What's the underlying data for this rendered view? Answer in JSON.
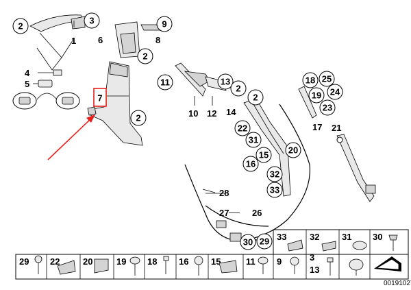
{
  "diagram": {
    "figure_number": "00191027",
    "highlighted_callout": "7",
    "highlight_color": "#e8201a",
    "callouts": {
      "c2a": "2",
      "c3": "3",
      "c9": "9",
      "c2b": "2",
      "c11": "11",
      "c13": "13",
      "c2c": "2",
      "c2d": "2",
      "c18": "18",
      "c25": "25",
      "c19": "19",
      "c24": "24",
      "c23": "23",
      "c22": "22",
      "c31": "31",
      "c15": "15",
      "c16": "16",
      "c32": "32",
      "c33": "33",
      "c20": "20",
      "c2e": "2",
      "c29": "29"
    },
    "labels": {
      "l1": "1",
      "l6": "6",
      "l8": "8",
      "l4": "4",
      "l5": "5",
      "l10": "10",
      "l12": "12",
      "l14": "14",
      "l17": "17",
      "l21": "21",
      "l28": "28",
      "l27": "27",
      "l26": "26"
    },
    "legend_row1": [
      "33",
      "32",
      "31",
      "30"
    ],
    "legend_row2": [
      "29",
      "22",
      "20",
      "19",
      "18",
      "16",
      "15",
      "11",
      "9",
      "3",
      "13"
    ]
  }
}
